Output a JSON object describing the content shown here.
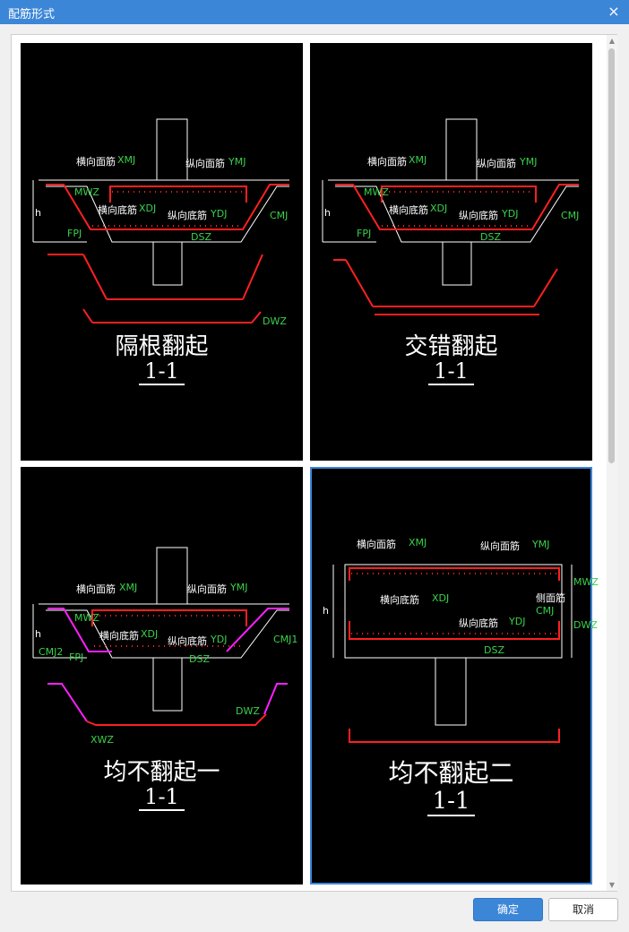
{
  "window": {
    "title": "配筋形式",
    "close_glyph": "×"
  },
  "options": [
    {
      "title": "隔根翻起",
      "section": "1-1",
      "labels": [
        "横向面筋",
        "XMJ",
        "纵向面筋",
        "YMJ",
        "横向底筋",
        "XDJ",
        "纵向底筋",
        "YDJ",
        "CMJ",
        "MWZ",
        "FPJ",
        "DSZ",
        "DWZ",
        "h"
      ]
    },
    {
      "title": "交错翻起",
      "section": "1-1",
      "labels": [
        "横向面筋",
        "XMJ",
        "纵向面筋",
        "YMJ",
        "横向底筋",
        "XDJ",
        "纵向底筋",
        "YDJ",
        "CMJ",
        "MWZ",
        "FPJ",
        "DSZ",
        "h"
      ]
    },
    {
      "title": "均不翻起一",
      "section": "1-1",
      "labels": [
        "横向面筋",
        "XMJ",
        "纵向面筋",
        "YMJ",
        "横向底筋",
        "XDJ",
        "纵向底筋",
        "YDJ",
        "CMJ1",
        "CMJ2",
        "MWZ",
        "FPJ",
        "DSZ",
        "DWZ",
        "XWZ",
        "h"
      ]
    },
    {
      "title": "均不翻起二",
      "section": "1-1",
      "labels": [
        "横向面筋",
        "XMJ",
        "纵向面筋",
        "YMJ",
        "横向底筋",
        "XDJ",
        "纵向底筋",
        "YDJ",
        "侧面筋",
        "CMJ",
        "MWZ",
        "DWZ",
        "DSZ",
        "h"
      ]
    }
  ],
  "selected_option": "均不翻起二",
  "buttons": {
    "ok": "确定",
    "cancel": "取消"
  },
  "colors": {
    "titlebar": "#3c86d8",
    "rebar": "#ff2020",
    "label_green": "#39d24a",
    "magenta": "#ff20ff",
    "selection": "#3c86d8"
  }
}
